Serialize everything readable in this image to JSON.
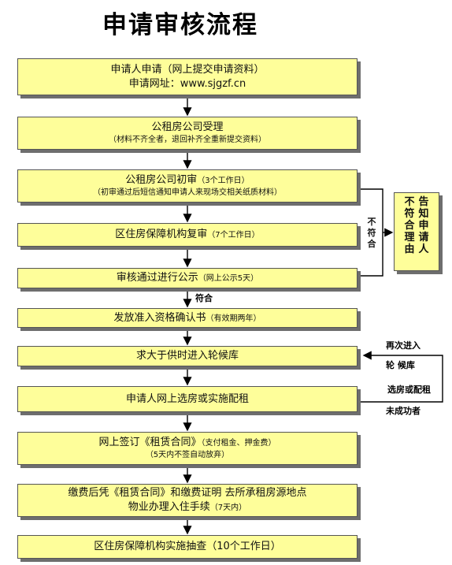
{
  "title": "申请审核流程",
  "steps": [
    {
      "main": "申请人申请（网上提交申请资料）",
      "line2": "申请网址：www.sjgzf.cn"
    },
    {
      "main": "公租房公司受理",
      "sub": "（材料不齐全者，退回补齐全重新提交资料）"
    },
    {
      "main": "公租房公司初审",
      "main_sub": "（3个工作日）",
      "sub": "（初审通过后短信通知申请人来现场交相关纸质材料）"
    },
    {
      "main": "区住房保障机构复审",
      "main_sub": "（7个工作日）"
    },
    {
      "main": "审核通过进行公示",
      "main_sub": "（网上公示5天）"
    },
    {
      "main": "发放准入资格确认书",
      "main_sub": "（有效期两年）"
    },
    {
      "main": "求大于供时进入轮候库"
    },
    {
      "main": "申请人网上选房或实施配租"
    },
    {
      "main": "网上签订《租赁合同》",
      "main_sub": "（支付租金、押金费）",
      "sub": "（5天内不签自动放弃）"
    },
    {
      "main": "缴费后凭《租赁合同》和缴费证明 去所承租房源地点",
      "line2": "物业办理入住手续",
      "line2_sub": "（7天内）"
    },
    {
      "main": "区住房保障机构实施抽查（10个工作日）"
    }
  ],
  "side_box": {
    "col1": "不符合理由",
    "col2": "告知申请人"
  },
  "labels": {
    "not_qualified": "不符合",
    "qualified": "符合",
    "reenter": "再次进入",
    "queue": "轮 候库",
    "select": "选房或配租",
    "failed": "未成功者"
  }
}
